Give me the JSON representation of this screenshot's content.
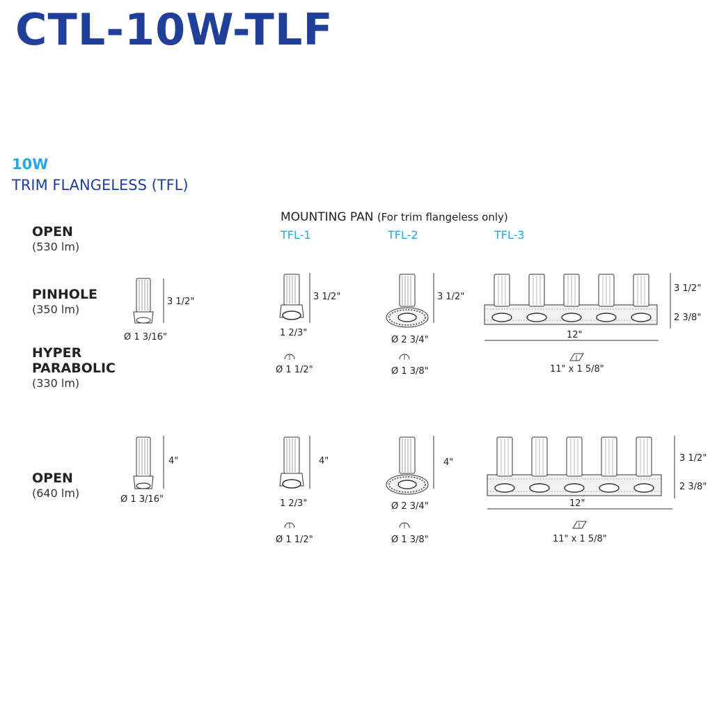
{
  "header": {
    "title": "CTL-10W-TLF",
    "wattage": "10W",
    "series": "TRIM FLANGELESS (TFL)"
  },
  "mounting": {
    "heading": "MOUNTING PAN",
    "note": "(For trim flangeless only)",
    "tfl1": "TFL-1",
    "tfl2": "TFL-2",
    "tfl3": "TFL-3"
  },
  "options_group1": {
    "open": {
      "name": "OPEN",
      "lumens": "(530 lm)"
    },
    "pinhole": {
      "name": "PINHOLE",
      "lumens": "(350 lm)"
    },
    "hyper": {
      "name1": "HYPER",
      "name2": "PARABOLIC",
      "lumens": "(330 lm)"
    }
  },
  "options_group2": {
    "open": {
      "name": "OPEN",
      "lumens": "(640 lm)"
    }
  },
  "row1": {
    "fixture_height": "3 1/2\"",
    "fixture_dia": "Ø 1 3/16\"",
    "tfl1_height": "3 1/2\"",
    "tfl1_width": "1 2/3\"",
    "tfl1_cut": "Ø 1 1/2\"",
    "tfl2_height": "3 1/2\"",
    "tfl2_dia": "Ø 2 3/4\"",
    "tfl2_cut": "Ø 1 3/8\"",
    "tfl3_height": "3 1/2\"",
    "tfl3_pan": "2 3/8\"",
    "tfl3_len": "12\"",
    "tfl3_cut": "11\" x 1 5/8\""
  },
  "row2": {
    "fixture_height": "4\"",
    "fixture_dia": "Ø 1 3/16\"",
    "tfl1_height": "4\"",
    "tfl1_width": "1 2/3\"",
    "tfl1_cut": "Ø 1 1/2\"",
    "tfl2_height": "4\"",
    "tfl2_dia": "Ø 2 3/4\"",
    "tfl2_cut": "Ø 1 3/8\"",
    "tfl3_height": "3 1/2\"",
    "tfl3_pan": "2 3/8\"",
    "tfl3_len": "12\"",
    "tfl3_cut": "11\" x 1 5/8\""
  }
}
